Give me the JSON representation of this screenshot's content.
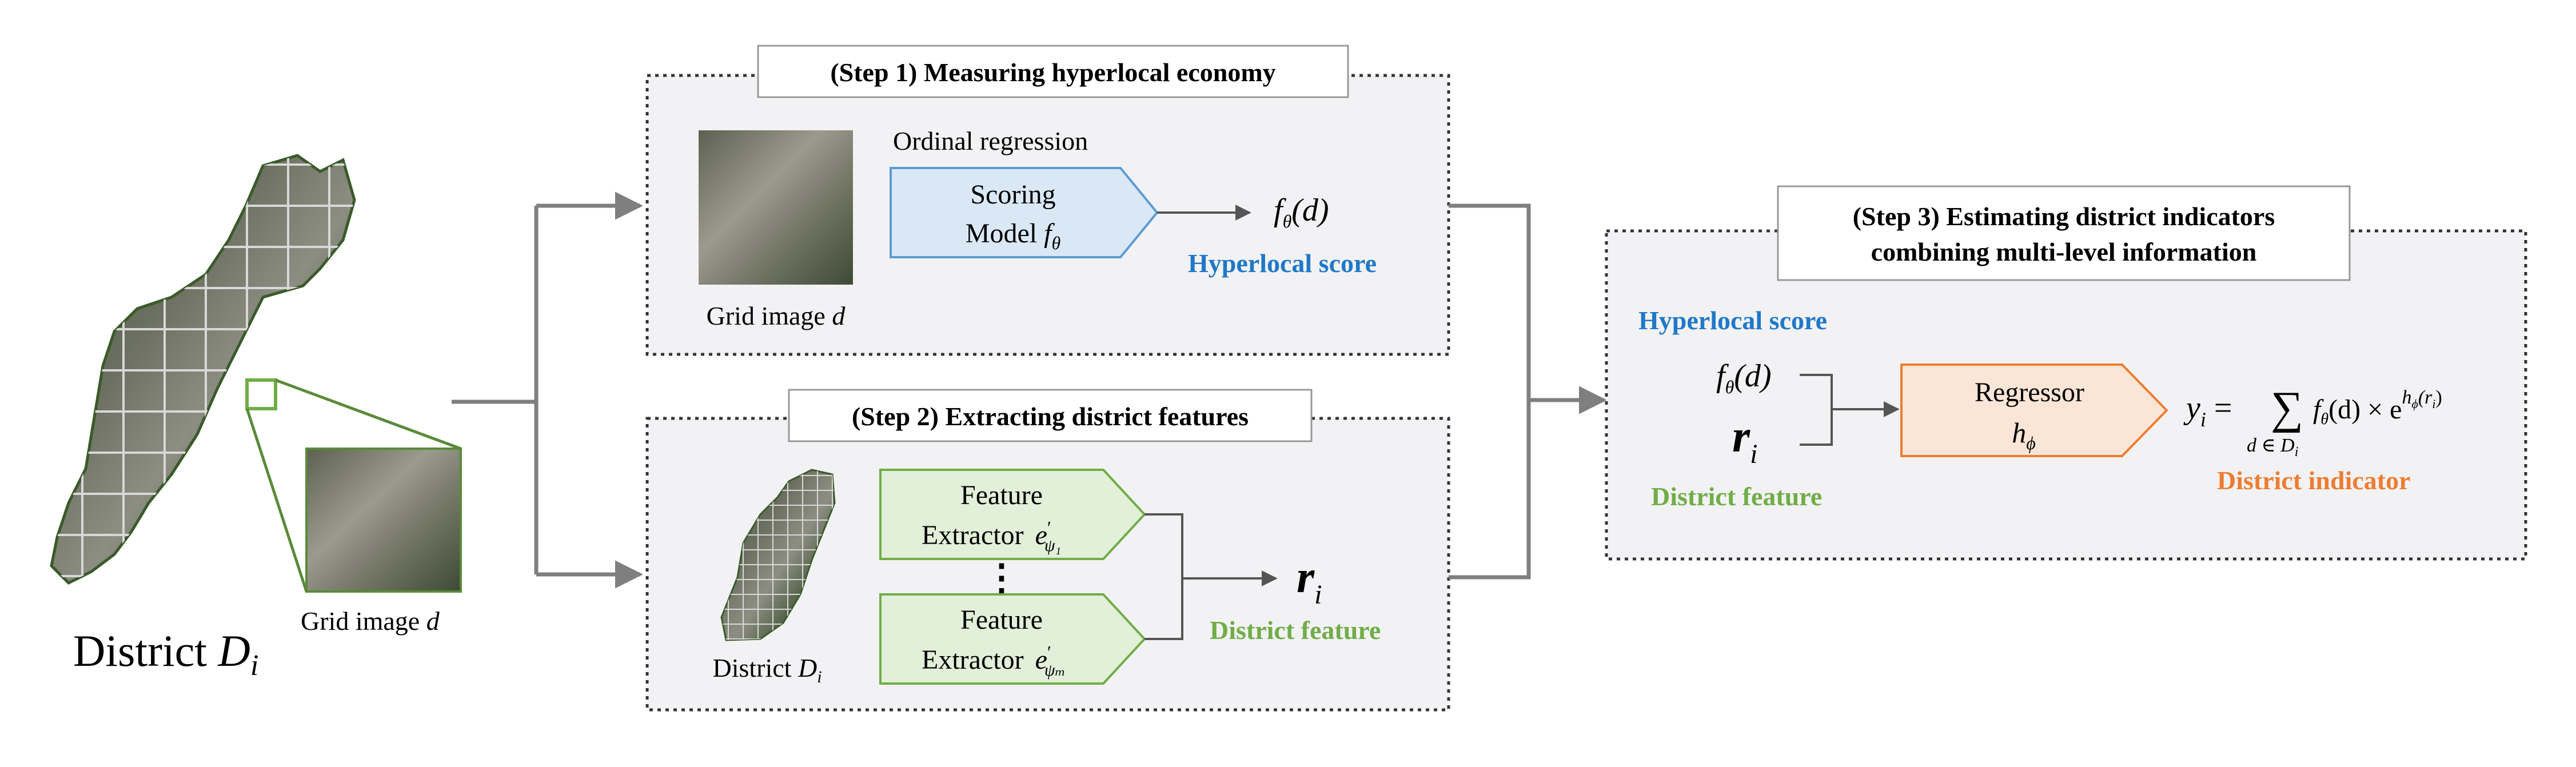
{
  "district_panel": {
    "label_prefix": "District ",
    "label_var": "D",
    "label_sub": "i",
    "grid_image_prefix": "Grid image ",
    "grid_image_var": "d"
  },
  "step1": {
    "title": "(Step 1) Measuring hyperlocal economy",
    "method_label": "Ordinal regression",
    "model_line1": "Scoring",
    "model_line2_prefix": "Model ",
    "model_f": "f",
    "model_sub": "θ",
    "output_f": "f",
    "output_sub": "θ",
    "output_arg": "(d)",
    "score_label": "Hyperlocal score",
    "input_caption_prefix": "Grid image ",
    "input_caption_var": "d"
  },
  "step2": {
    "title": "(Step 2) Extracting district features",
    "extractor_line1": "Feature",
    "extractor_line2_prefix": "Extractor ",
    "extractor_e": "e",
    "extractor_prime": "′",
    "extractor_sub1": "ψ₁",
    "extractor_subM": "ψₘ",
    "ellipsis": "⋮",
    "output_r": "r",
    "output_sub": "i",
    "feature_label": "District feature",
    "district_caption_prefix": "District ",
    "district_caption_var": "D",
    "district_caption_sub": "i"
  },
  "step3": {
    "title_line1": "(Step 3) Estimating district indicators",
    "title_line2": "combining multi-level information",
    "score_label": "Hyperlocal score",
    "input_f": "f",
    "input_f_sub": "θ",
    "input_f_arg": "(d)",
    "input_r": "r",
    "input_r_sub": "i",
    "feature_label": "District feature",
    "regressor_line1": "Regressor",
    "regressor_h": "h",
    "regressor_sub": "ϕ",
    "formula_y": "y",
    "formula_y_sub": "i",
    "formula_eq": "=",
    "formula_sum": "∑",
    "formula_sum_under": "d ∈ D",
    "formula_sum_under_sub": "i",
    "formula_f": "f",
    "formula_f_sub": "θ",
    "formula_f_arg": "(d) × e",
    "formula_exp": "h",
    "formula_exp_sub": "ϕ",
    "formula_exp_arg": "(r",
    "formula_exp_arg_sub": "i",
    "formula_exp_close": ")",
    "indicator_label": "District indicator"
  },
  "colors": {
    "blue_label": "#1f78c8",
    "green_label": "#70ad47",
    "orange_label": "#ed7d31",
    "scoring_fill": "#dae8f6",
    "scoring_stroke": "#5b9bd5",
    "extractor_fill": "#e2efd9",
    "extractor_stroke": "#70ad47",
    "regressor_fill": "#fbe5d6",
    "regressor_stroke": "#ed7d31",
    "panel_fill": "#f2f2f4",
    "connector": "#7f7f7f"
  }
}
